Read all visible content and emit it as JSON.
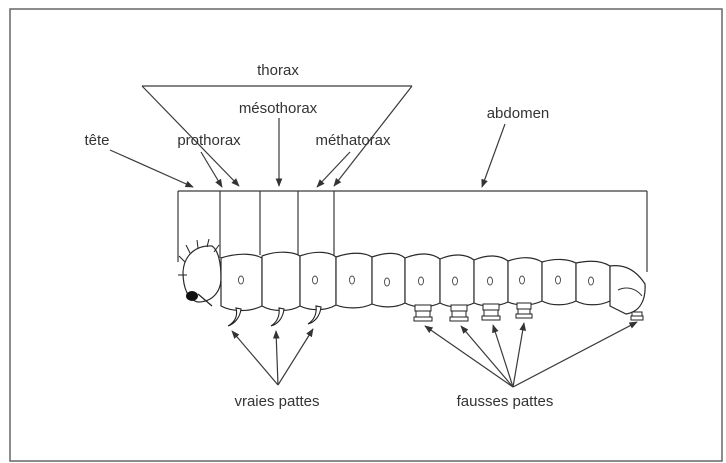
{
  "labels": {
    "thorax": "thorax",
    "mesothorax": "mésothorax",
    "abdomen": "abdomen",
    "tete": "tête",
    "prothorax": "prothorax",
    "methatorax": "méthatorax",
    "vraies_pattes": "vraies pattes",
    "fausses_pattes": "fausses pattes"
  }
}
